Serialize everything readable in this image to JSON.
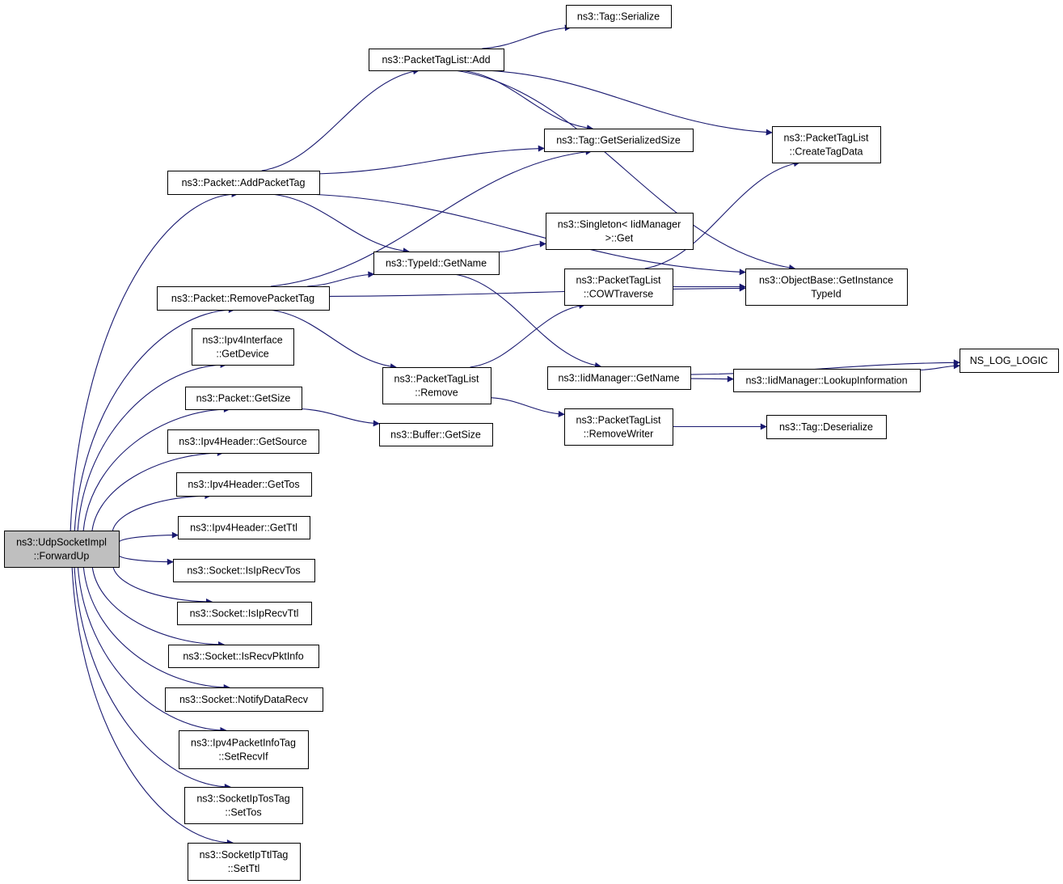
{
  "colors": {
    "edge": "#191970",
    "root_fill": "#bfbfbf",
    "node_fill": "#ffffff",
    "node_stroke": "#000000"
  },
  "nodes": {
    "forwardup": [
      "ns3::UdpSocketImpl",
      "::ForwardUp"
    ],
    "addpackettag": [
      "ns3::Packet::AddPacketTag"
    ],
    "removepackettag": [
      "ns3::Packet::RemovePacketTag"
    ],
    "getdevice": [
      "ns3::Ipv4Interface",
      "::GetDevice"
    ],
    "getsize": [
      "ns3::Packet::GetSize"
    ],
    "getsource": [
      "ns3::Ipv4Header::GetSource"
    ],
    "gettos": [
      "ns3::Ipv4Header::GetTos"
    ],
    "getttl": [
      "ns3::Ipv4Header::GetTtl"
    ],
    "isiprecvtos": [
      "ns3::Socket::IsIpRecvTos"
    ],
    "isiprecvttl": [
      "ns3::Socket::IsIpRecvTtl"
    ],
    "isrecvpktinfo": [
      "ns3::Socket::IsRecvPktInfo"
    ],
    "notifydatarecv": [
      "ns3::Socket::NotifyDataRecv"
    ],
    "setrecvif": [
      "ns3::Ipv4PacketInfoTag",
      "::SetRecvIf"
    ],
    "settos": [
      "ns3::SocketIpTosTag",
      "::SetTos"
    ],
    "setttl": [
      "ns3::SocketIpTtlTag",
      "::SetTtl"
    ],
    "ptl_add": [
      "ns3::PacketTagList::Add"
    ],
    "tag_serialize": [
      "ns3::Tag::Serialize"
    ],
    "tag_getserializedsize": [
      "ns3::Tag::GetSerializedSize"
    ],
    "ptl_createtagdata": [
      "ns3::PacketTagList",
      "::CreateTagData"
    ],
    "typeid_getname": [
      "ns3::TypeId::GetName"
    ],
    "singleton_get": [
      "ns3::Singleton< IidManager",
      ">::Get"
    ],
    "ptl_cowtraverse": [
      "ns3::PacketTagList",
      "::COWTraverse"
    ],
    "objectbase_getinstancetypeid": [
      "ns3::ObjectBase::GetInstance",
      "TypeId"
    ],
    "ptl_remove": [
      "ns3::PacketTagList",
      "::Remove"
    ],
    "iidmanager_getname": [
      "ns3::IidManager::GetName"
    ],
    "iidmanager_lookupinformation": [
      "ns3::IidManager::LookupInformation"
    ],
    "ns_log_logic": [
      "NS_LOG_LOGIC"
    ],
    "buffer_getsize": [
      "ns3::Buffer::GetSize"
    ],
    "ptl_removewriter": [
      "ns3::PacketTagList",
      "::RemoveWriter"
    ],
    "tag_deserialize": [
      "ns3::Tag::Deserialize"
    ]
  },
  "edges": [
    [
      "forwardup",
      "addpackettag"
    ],
    [
      "forwardup",
      "removepackettag"
    ],
    [
      "forwardup",
      "getdevice"
    ],
    [
      "forwardup",
      "getsize"
    ],
    [
      "forwardup",
      "getsource"
    ],
    [
      "forwardup",
      "gettos"
    ],
    [
      "forwardup",
      "getttl"
    ],
    [
      "forwardup",
      "isiprecvtos"
    ],
    [
      "forwardup",
      "isiprecvttl"
    ],
    [
      "forwardup",
      "isrecvpktinfo"
    ],
    [
      "forwardup",
      "notifydatarecv"
    ],
    [
      "forwardup",
      "setrecvif"
    ],
    [
      "forwardup",
      "settos"
    ],
    [
      "forwardup",
      "setttl"
    ],
    [
      "addpackettag",
      "ptl_add"
    ],
    [
      "addpackettag",
      "tag_getserializedsize"
    ],
    [
      "addpackettag",
      "objectbase_getinstancetypeid"
    ],
    [
      "addpackettag",
      "typeid_getname"
    ],
    [
      "ptl_add",
      "tag_serialize"
    ],
    [
      "ptl_add",
      "tag_getserializedsize"
    ],
    [
      "ptl_add",
      "ptl_createtagdata"
    ],
    [
      "ptl_add",
      "objectbase_getinstancetypeid"
    ],
    [
      "removepackettag",
      "tag_getserializedsize"
    ],
    [
      "removepackettag",
      "typeid_getname"
    ],
    [
      "removepackettag",
      "objectbase_getinstancetypeid"
    ],
    [
      "removepackettag",
      "ptl_remove"
    ],
    [
      "typeid_getname",
      "singleton_get"
    ],
    [
      "typeid_getname",
      "iidmanager_getname"
    ],
    [
      "ptl_remove",
      "ptl_cowtraverse"
    ],
    [
      "ptl_remove",
      "ptl_removewriter"
    ],
    [
      "ptl_cowtraverse",
      "ptl_createtagdata"
    ],
    [
      "ptl_cowtraverse",
      "objectbase_getinstancetypeid"
    ],
    [
      "iidmanager_getname",
      "ns_log_logic"
    ],
    [
      "iidmanager_getname",
      "iidmanager_lookupinformation"
    ],
    [
      "iidmanager_lookupinformation",
      "ns_log_logic"
    ],
    [
      "getsize",
      "buffer_getsize"
    ],
    [
      "ptl_removewriter",
      "tag_deserialize"
    ]
  ]
}
